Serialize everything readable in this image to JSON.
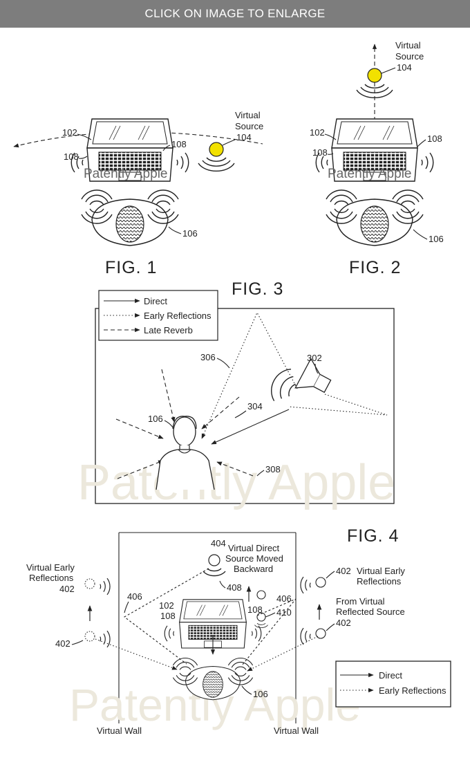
{
  "banner": {
    "text": "CLICK ON IMAGE TO ENLARGE"
  },
  "watermark": "Patently Apple",
  "fig1": {
    "label": "FIG. 1",
    "virtual_source": "Virtual",
    "source_word": "Source",
    "ref_source": "104",
    "ref_laptop": "102",
    "ref_left_speaker": "108",
    "ref_right_speaker": "108",
    "ref_listener": "106"
  },
  "fig2": {
    "label": "FIG. 2",
    "virtual_source": "Virtual",
    "source_word": "Source",
    "ref_source": "104",
    "ref_laptop": "102",
    "ref_left_speaker": "108",
    "ref_right_speaker": "108",
    "ref_listener": "106"
  },
  "fig3": {
    "label": "FIG. 3",
    "legend": [
      "Direct",
      "Early Reflections",
      "Late Reverb"
    ],
    "ref_speaker": "302",
    "ref_direct": "304",
    "ref_early": "306",
    "ref_listener": "106",
    "ref_reverb": "308"
  },
  "fig4": {
    "label": "FIG. 4",
    "virtual_direct": [
      "Virtual Direct",
      "Source Moved",
      "Backward"
    ],
    "ref_direct_source": "404",
    "ref_moved": "408",
    "virtual_early_left": [
      "Virtual Early",
      "Reflections"
    ],
    "ref_early_left_top": "402",
    "ref_early_left_bottom": "402",
    "ref_left_path": "406",
    "ref_early_right_top": "402",
    "virtual_early_right": [
      "Virtual Early",
      "Reflections"
    ],
    "reflected_source": [
      "From Virtual",
      "Reflected Source"
    ],
    "ref_early_right_bottom": "402",
    "ref_right_path": "406",
    "ref_laptop": "102",
    "ref_left_speaker": "108",
    "ref_right_speaker": "108",
    "ref_reflection_source": "410",
    "ref_listener": "106",
    "legend": [
      "Direct",
      "Early Reflections"
    ],
    "wall_left": "Virtual Wall",
    "wall_right": "Virtual Wall"
  }
}
